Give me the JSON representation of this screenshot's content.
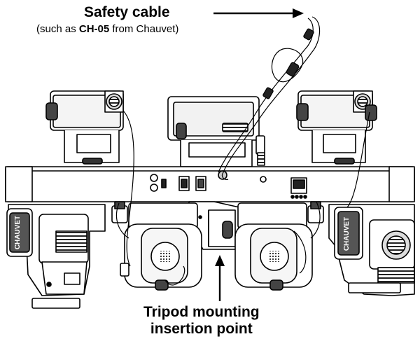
{
  "safety_cable": {
    "title": "Safety cable",
    "sub_prefix": "(such as ",
    "sub_product": "CH-05",
    "sub_suffix": " from Chauvet)"
  },
  "tripod": {
    "line1": "Tripod mounting",
    "line2": "insertion point"
  },
  "brand_marks": [
    "CHAUVET",
    "CHAUVET"
  ],
  "colors": {
    "outline": "#000000",
    "fill": "#ffffff",
    "panel": "#333333",
    "grille": "#555555"
  }
}
